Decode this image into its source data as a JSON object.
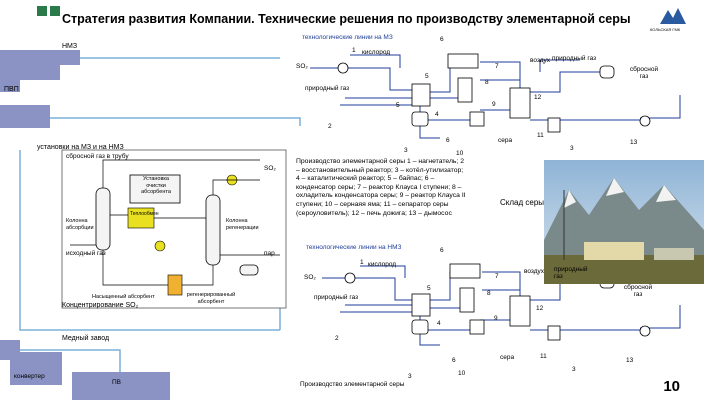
{
  "title": "Стратегия развития Компании. Технические решения по производству элементарной серы",
  "logo_text": "КОЛЬСКАЯ ГМК",
  "labels": {
    "nmz": "НМЗ",
    "pvp": "ПВП",
    "units": "установки на МЗ и на НМЗ",
    "copper": "Медный завод",
    "converter": "конвертер",
    "pv": "ПВ",
    "sklad": "Склад серы",
    "page": "10"
  },
  "legend": "Производство элементарной серы 1 – нагнетатель; 2 – восстановительный реактор; 3 – котёл-утилизатор; 4 – каталитический реактор; 5 – байпас; 6 – конденсатор серы; 7 – реактор Клауса I ступени; 8 – охладитель конденсатора серы; 9 – реактор Клауса II ступени; 10 – сернаяя яма; 11 – сепаратор серы (сероуловитель); 12 – печь дожига; 13 – дымосос",
  "scheme_top": {
    "title": "технологические линии на МЗ",
    "so2": "SO₂",
    "oxygen": "кислород",
    "natgas": "природный газ",
    "air": "воздух",
    "natgas2": "природный газ",
    "exhaust": "сбросной газ",
    "sulfur": "сера",
    "nums": [
      "1",
      "2",
      "3",
      "4",
      "5",
      "6",
      "7",
      "8",
      "9",
      "10",
      "11",
      "12",
      "13"
    ]
  },
  "scheme_mid": {
    "exhaust_pipe": "сбросной газ в трубу",
    "so2": "SO₂",
    "cleaning": "Установка очистки абсорбента",
    "heat": "Теплообмен",
    "absorption": "Колонна абсорбции",
    "regeneration": "Колонна регенерации",
    "source_gas": "исходный газ",
    "steam": "пар",
    "saturated": "Насыщенный абсорбент",
    "regenerated": "регенерированный абсорбент",
    "concentration": "Концентрирование SO₂"
  },
  "scheme_bottom": {
    "title": "технологические линии на НМЗ",
    "so2": "SO₂",
    "oxygen": "кислород",
    "natgas": "природный газ",
    "air": "воздух",
    "natgas2": "природный газ",
    "exhaust": "сбросной газ",
    "sulfur": "сера",
    "caption": "Производство элементарной серы"
  },
  "colors": {
    "accent": "#2a7a4a",
    "pipe": "#1f3e9a",
    "building": "#8a93c4",
    "flow": "#7ab0d8"
  }
}
